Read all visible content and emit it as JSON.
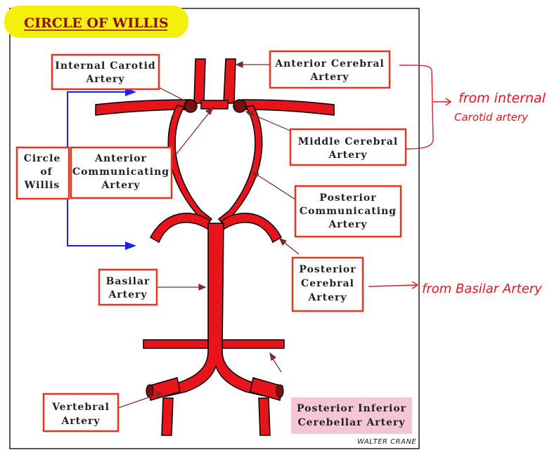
{
  "title": "CIRCLE OF WILLIS",
  "labels": {
    "internal_carotid": [
      "Internal Carotid",
      "Artery"
    ],
    "anterior_cerebral": [
      "Anterior Cerebral",
      "Artery"
    ],
    "circle_of_willis": [
      "Circle",
      "of",
      "Willis"
    ],
    "anterior_communicating": [
      "Anterior",
      "Communicating",
      "Artery"
    ],
    "middle_cerebral": [
      "Middle Cerebral",
      "Artery"
    ],
    "posterior_communicating": [
      "Posterior",
      "Communicating",
      "Artery"
    ],
    "basilar": [
      "Basilar",
      "Artery"
    ],
    "posterior_cerebral": [
      "Posterior",
      "Cerebral",
      "Artery"
    ],
    "vertebral": [
      "Vertebral",
      "Artery"
    ],
    "posterior_inferior_cerebellar": [
      "Posterior Inferior",
      "Cerebellar Artery"
    ]
  },
  "annotations": {
    "from_internal": [
      "from internal",
      "Carotid artery"
    ],
    "from_basilar": "from Basilar Artery"
  },
  "signature": "WALTER CRANE",
  "colors": {
    "artery": "#e8141c",
    "label_border": "#e8341c",
    "leader": "#7a2a2a",
    "bracket": "#1c1cff",
    "handwriting": "#e8141c",
    "title_highlight": "#f5f00a",
    "pica_highlight": "#f4c6d6"
  }
}
